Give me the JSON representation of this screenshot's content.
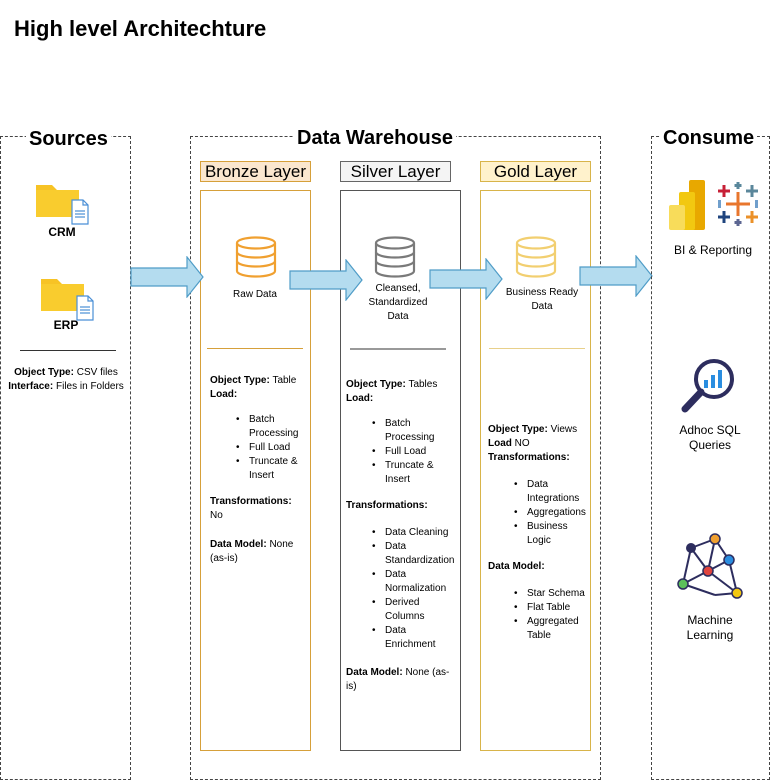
{
  "title": "High level Architechture",
  "sections": {
    "sources": "Sources",
    "warehouse": "Data Warehouse",
    "consume": "Consume"
  },
  "sources": {
    "items": [
      "CRM",
      "ERP"
    ],
    "object_type_label": "Object Type:",
    "object_type_value": "CSV files",
    "interface_label": "Interface:",
    "interface_value": "Files in Folders"
  },
  "bronze": {
    "name": "Bronze Layer",
    "caption": "Raw Data",
    "object_type_label": "Object Type:",
    "object_type_value": "Table",
    "load_label": "Load:",
    "load_items": [
      "Batch Processing",
      "Full Load",
      "Truncate & Insert"
    ],
    "transformations_label": "Transformations:",
    "transformations_value": "No",
    "data_model_label": "Data Model:",
    "data_model_value": "None (as-is)"
  },
  "silver": {
    "name": "Silver Layer",
    "caption": "Cleansed, Standardized Data",
    "object_type_label": "Object Type:",
    "object_type_value": "Tables",
    "load_label": "Load:",
    "load_items": [
      "Batch Processing",
      "Full Load",
      "Truncate & Insert"
    ],
    "transformations_label": "Transformations:",
    "transformations_items": [
      "Data Cleaning",
      "Data Standardization",
      "Data Normalization",
      "Derived Columns",
      "Data Enrichment"
    ],
    "data_model_label": "Data Model:",
    "data_model_value": "None (as-is)"
  },
  "gold": {
    "name": "Gold Layer",
    "caption": "Business Ready Data",
    "object_type_label": "Object Type:",
    "object_type_value": "Views",
    "load_label": "Load",
    "load_value": "NO",
    "transformations_label": "Transformations:",
    "transformations_items": [
      "Data Integrations",
      "Aggregations",
      "Business Logic"
    ],
    "data_model_label": "Data Model:",
    "data_model_items": [
      "Star Schema",
      "Flat Table",
      "Aggregated Table"
    ]
  },
  "consume": {
    "items": [
      "BI & Reporting",
      "Adhoc SQL Queries",
      "Machine Learning"
    ]
  },
  "colors": {
    "bronze_border": "#d6a03a",
    "bronze_fill": "#fbe7cf",
    "bronze_db": "#f0a030",
    "silver_border": "#666666",
    "silver_fill": "#f4f4f4",
    "silver_db": "#7a7a7a",
    "gold_border": "#d8b44a",
    "gold_fill": "#fff2cc",
    "gold_db": "#f2cf70",
    "arrow_fill": "#b4dcef",
    "arrow_stroke": "#4f9cc7",
    "folder": "#f7c325"
  },
  "icons": [
    "folder-icon",
    "document-icon",
    "database-icon",
    "arrow-right-icon",
    "power-bi-icon",
    "tableau-icon",
    "magnifier-chart-icon",
    "network-graph-icon"
  ]
}
